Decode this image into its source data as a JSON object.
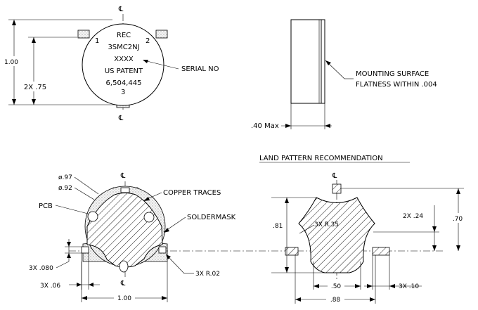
{
  "top_view": {
    "centerline_top": "℄",
    "centerline_bottom": "℄",
    "pin1": "1",
    "pin2": "2",
    "pin3": "3",
    "marking_lines": [
      "REC",
      "3SMC2NJ",
      "XXXX",
      "US PATENT",
      "6,504,445"
    ],
    "serial_label": "SERIAL NO",
    "dim_height": "1.00",
    "dim_pin_spacing": "2X .75"
  },
  "side_view": {
    "note_line1": "MOUNTING SURFACE",
    "note_line2": "FLATNESS WITHIN .004",
    "dim_height": ".40 Max"
  },
  "bottom_view": {
    "centerline_top": "℄",
    "centerline_bottom": "℄",
    "dia_outer": "ø.97",
    "dia_inner": "ø.92",
    "pcb": "PCB",
    "copper_traces": "COPPER TRACES",
    "soldermask": "SOLDERMASK",
    "dim_pad_height": "3X .080",
    "dim_pad_width": "3X .06",
    "dim_radius": "3X R.02",
    "dim_width": "1.00"
  },
  "land_pattern": {
    "title": "LAND PATTERN RECOMMENDATION",
    "centerline": "℄",
    "dim_height": ".81",
    "dim_radius": "3X R.35",
    "dim_pad_offset": "2X .24",
    "dim_total": ".70",
    "dim_center_width": ".50",
    "dim_pad_width": "3X .10",
    "dim_width": ".88"
  }
}
